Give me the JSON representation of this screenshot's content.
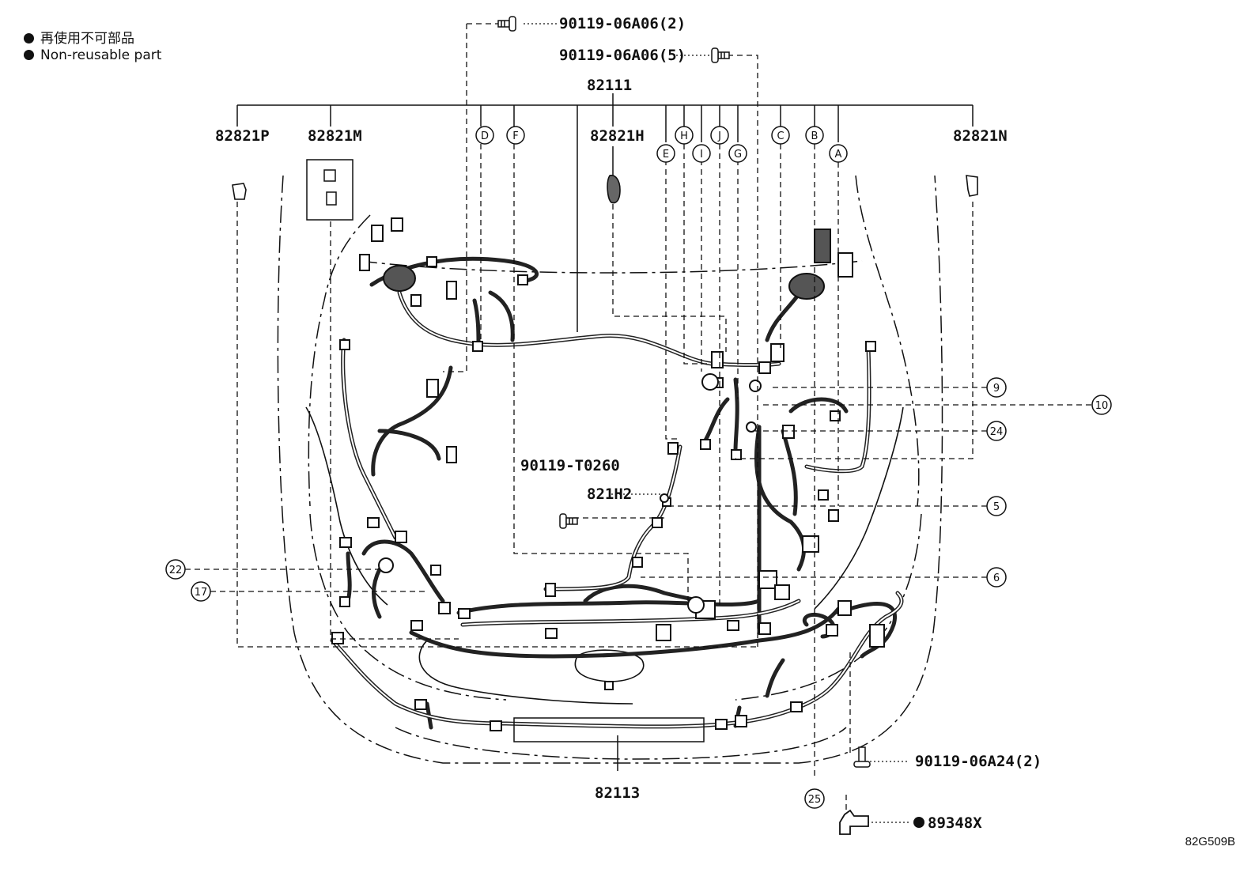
{
  "legend": [
    {
      "text": "再使用不可部品"
    },
    {
      "text": "Non-reusable part"
    }
  ],
  "labels": {
    "bolt_top": "90119-06A06(2)",
    "bolt_top2": "90119-06A06(5)",
    "harness_main": "82111",
    "conn_p": "82821P",
    "conn_m": "82821M",
    "conn_h": "82821H",
    "conn_n": "82821N",
    "bolt_center": "90119-T0260",
    "conn_h2": "821H2",
    "harness_front": "82113",
    "bolt_right": "90119-06A24(2)",
    "bracket": "89348X"
  },
  "letters": [
    "D",
    "F",
    "H",
    "J",
    "C",
    "B",
    "E",
    "I",
    "G",
    "A"
  ],
  "numbers": [
    "9",
    "10",
    "24",
    "5",
    "6",
    "22",
    "17",
    "25"
  ],
  "figure_id": "82G509B"
}
